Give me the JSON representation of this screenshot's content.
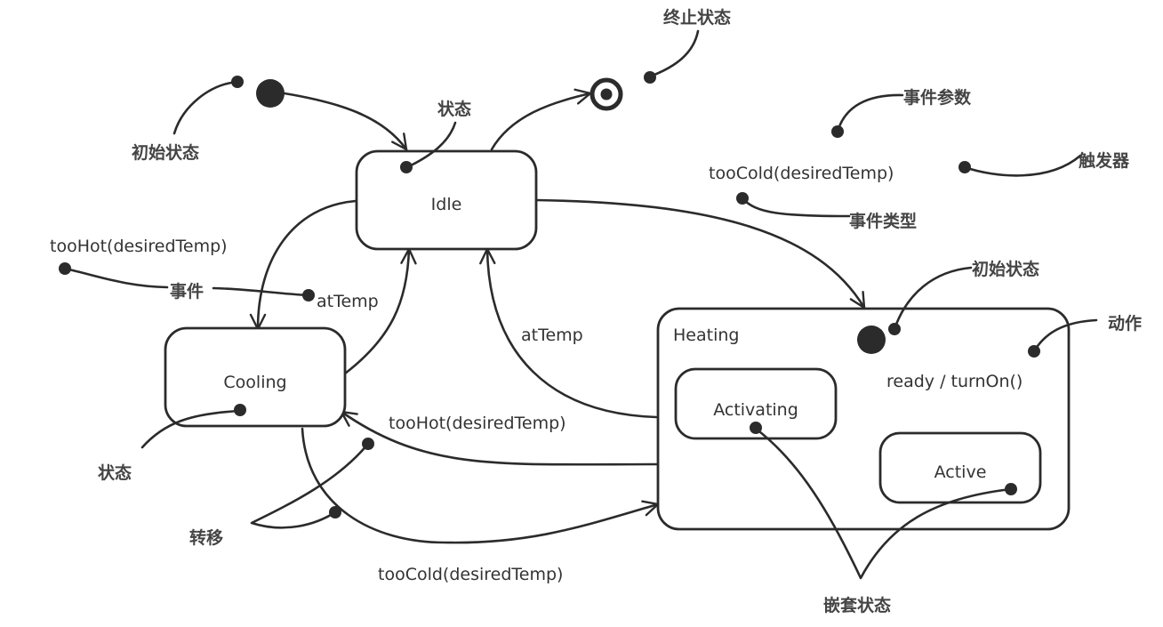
{
  "states": {
    "idle": "Idle",
    "cooling": "Cooling",
    "heating": "Heating",
    "activating": "Activating",
    "active": "Active"
  },
  "transitions": {
    "idle_to_cooling": "tooHot(desiredTemp)",
    "cooling_to_idle": "atTemp",
    "heating_to_idle": "atTemp",
    "heating_to_cooling": "tooHot(desiredTemp)",
    "cooling_to_heating": "tooCold(desiredTemp)",
    "idle_to_heating": "tooCold(desiredTemp)",
    "activating_to_active": "ready / turnOn()"
  },
  "annotations": {
    "initial_state": "初始状态",
    "final_state": "终止状态",
    "state_idle": "状态",
    "event_params": "事件参数",
    "trigger": "触发器",
    "event_type": "事件类型",
    "event": "事件",
    "nested_initial_state": "初始状态",
    "action": "动作",
    "state_cooling": "状态",
    "transition": "转移",
    "nested_state": "嵌套状态"
  },
  "colors": {
    "stroke": "#2b2b2b",
    "text": "#333333",
    "background": "#ffffff"
  }
}
